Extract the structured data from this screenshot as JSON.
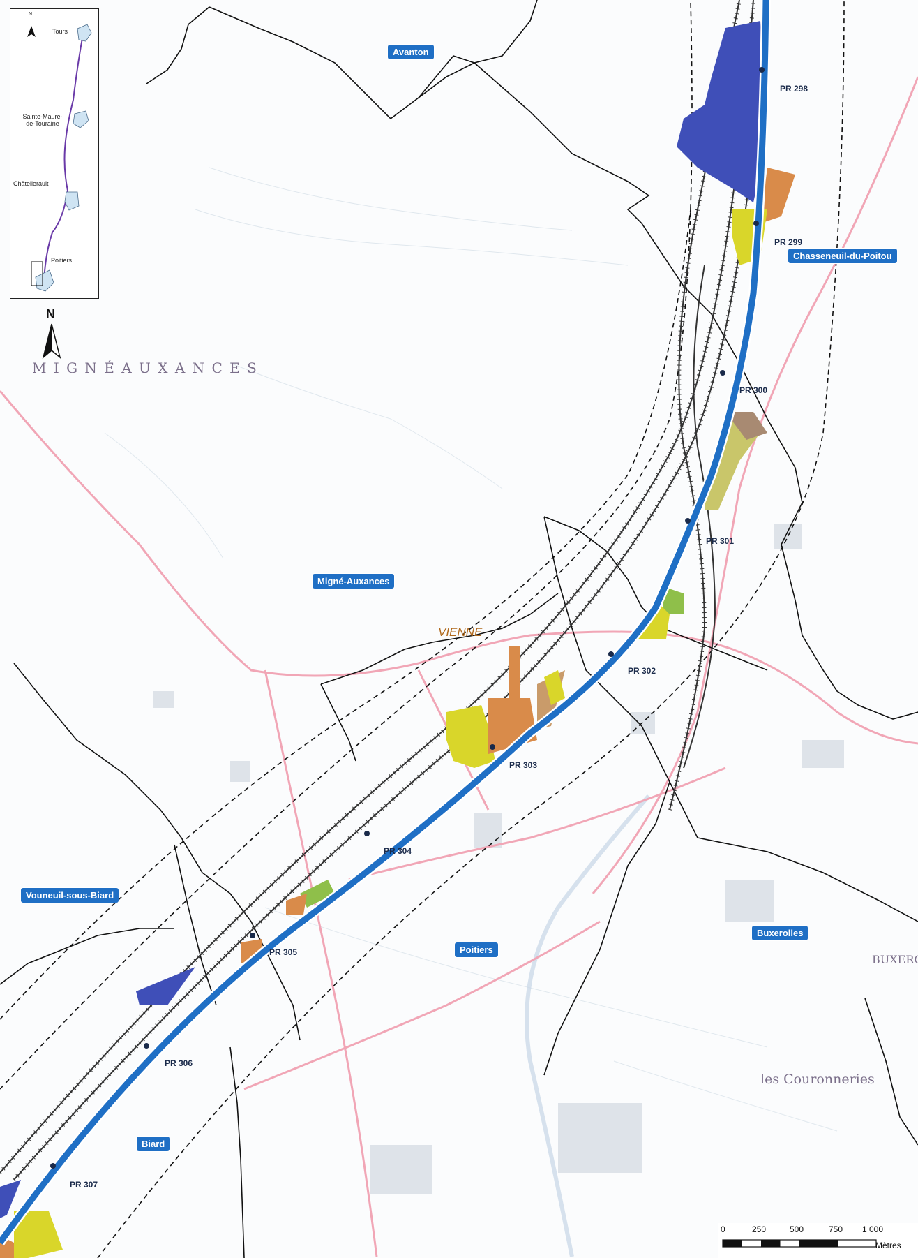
{
  "communes": {
    "avanton": "Avanton",
    "chasseneuil": "Chasseneuil-du-Poitou",
    "migne": "Migné-Auxances",
    "vouneuil": "Vouneuil-sous-Biard",
    "poitiers": "Poitiers",
    "buxerolles": "Buxerolles",
    "biard": "Biard"
  },
  "department": "VIENNE",
  "places": {
    "migne_big": "M I G N É   A U X A N C E S",
    "couronneries": "les Couronneries",
    "buxero": "BUXERO"
  },
  "pr_markers": {
    "pr298": "PR 298",
    "pr299": "PR 299",
    "pr300": "PR 300",
    "pr301": "PR 301",
    "pr302": "PR 302",
    "pr303": "PR 303",
    "pr304": "PR 304",
    "pr305": "PR 305",
    "pr306": "PR 306",
    "pr307": "PR 307"
  },
  "inset": {
    "north": "N",
    "tours": "Tours",
    "sainte_maure": "Sainte-Maure-\nde-Touraine",
    "chatellerault": "Châtellerault",
    "poitiers": "Poitiers"
  },
  "north_arrow": "N",
  "scale": {
    "ticks": [
      "0",
      "250",
      "500",
      "750",
      "1 000"
    ],
    "unit": "Mètres"
  },
  "colors": {
    "road": "#1f6fc5",
    "commune_fill": "#1f6fc5",
    "boundary": "#111111",
    "pink_road": "#f1a6b6",
    "zone_yellow": "#d9d62a",
    "zone_orange": "#d98b4a",
    "zone_navy": "#3f4fb8",
    "zone_green": "#8fbf4a"
  },
  "icons": {
    "north_arrow": "north-arrow-icon"
  }
}
